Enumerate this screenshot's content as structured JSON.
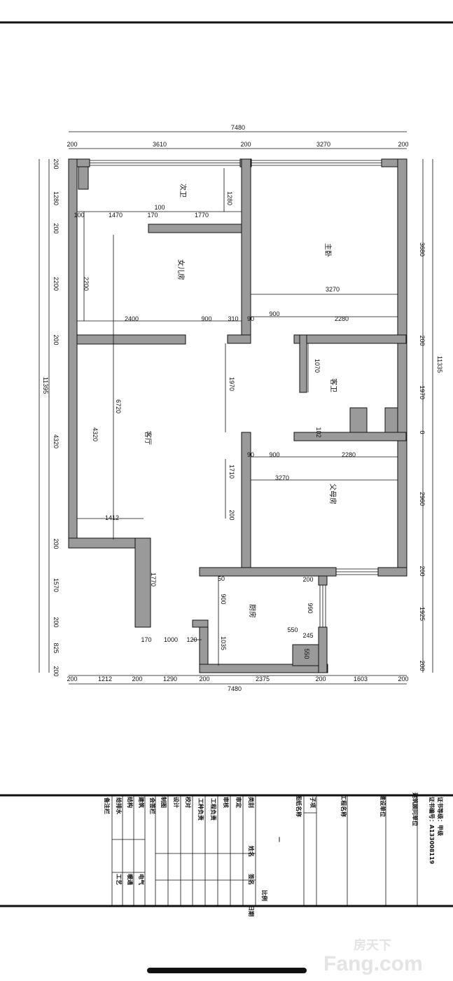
{
  "plan": {
    "rooms": [
      "次卫",
      "女儿房",
      "主卧",
      "客卫",
      "客厅",
      "父母房",
      "厨房"
    ],
    "dims_top": [
      "7480",
      "200",
      "3610",
      "200",
      "3270",
      "200"
    ],
    "dims_bottom": [
      "200",
      "1212",
      "200",
      "1290",
      "200",
      "2375",
      "200",
      "1603",
      "200",
      "7480"
    ],
    "dims_left": [
      "200",
      "1280",
      "200",
      "2200",
      "200",
      "11395",
      "4320",
      "200",
      "1570",
      "200",
      "825",
      "200"
    ],
    "dims_right": [
      "3680",
      "200",
      "11335",
      "1970",
      "0",
      "2960",
      "200",
      "1925",
      "200"
    ],
    "dims_inner": [
      "100",
      "1470",
      "170",
      "100",
      "1770",
      "1280",
      "2200",
      "2400",
      "900",
      "310",
      "90",
      "900",
      "2280",
      "3270",
      "6720",
      "4320",
      "1970",
      "1070",
      "102",
      "90",
      "900",
      "2280",
      "3270",
      "1710",
      "1412",
      "200",
      "1770",
      "200",
      "50",
      "900",
      "990",
      "550",
      "245",
      "1035",
      "550",
      "170",
      "1000",
      "120"
    ]
  },
  "title_block": {
    "cells": [
      "备注栏",
      "给排水",
      "结构",
      "建筑",
      "会签栏",
      "制图",
      "设计",
      "校对",
      "工种负责",
      "工程负责",
      "审核",
      "审定",
      "类别",
      "姓名",
      "签名",
      "日期",
      "电气",
      "暖通",
      "工艺",
      "比例",
      "—",
      "图纸名称",
      "子项",
      "工程名称",
      "建设单位",
      "建筑顾问单位",
      "证书等级：甲级",
      "证书编号：A133008119"
    ]
  },
  "watermark": {
    "cn": "房天下",
    "en": "Fang.com"
  }
}
